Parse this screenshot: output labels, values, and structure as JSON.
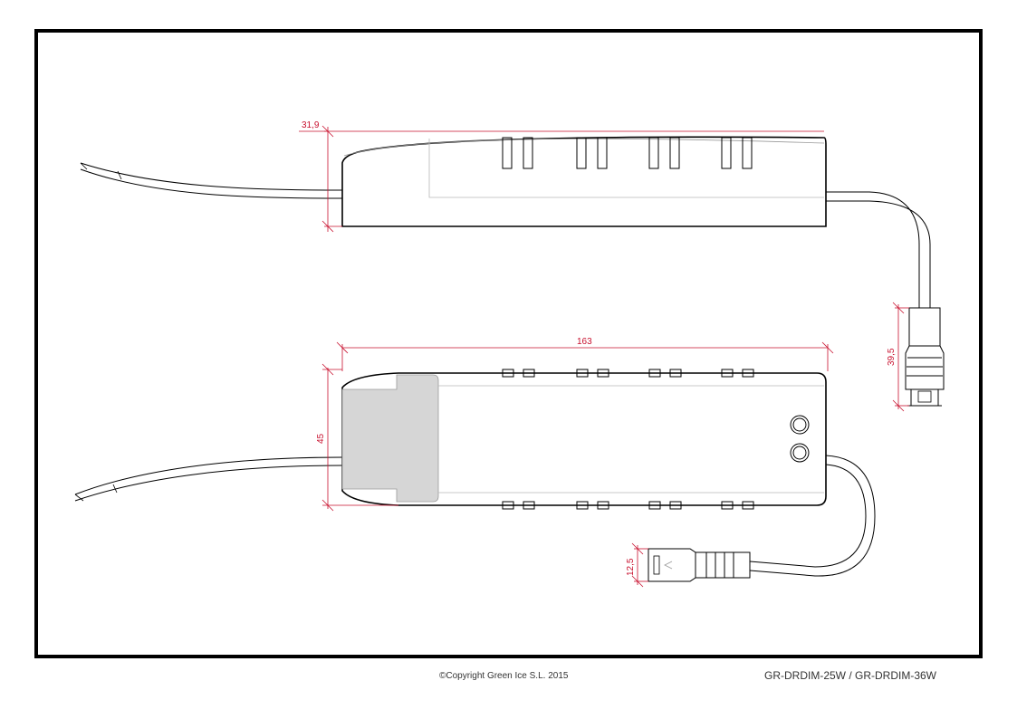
{
  "colors": {
    "outline": "#000000",
    "dimension": "#c8102e",
    "hidden": "#b8b8b8",
    "cover": "#d6d6d6"
  },
  "dimensions": {
    "height": "31,9",
    "length": "163",
    "width": "45",
    "connector_length": "39,5",
    "connector_width": "12,5"
  },
  "footer": {
    "copyright": "©Copyright Green Ice S.L. 2015",
    "model": "GR-DRDIM-25W / GR-DRDIM-36W"
  }
}
